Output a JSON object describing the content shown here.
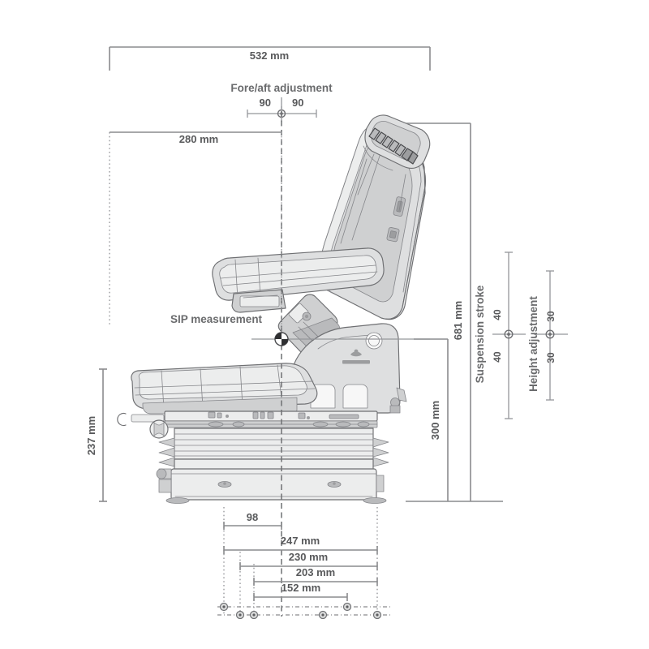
{
  "drawing": {
    "title": "Suspension seat dimensional drawing",
    "subject": "vehicle suspension seat side view",
    "units": "mm",
    "background_color": "#ffffff",
    "line_color": "#8a8b8d",
    "text_color": "#58595b",
    "fill_light": "#dedfe0",
    "fill_mid": "#cfd0d1",
    "fill_dark": "#b9babc"
  },
  "dimensions": {
    "overall_width": "532 mm",
    "depth_to_center": "280 mm",
    "overall_height": "681 mm",
    "cushion_height": "300 mm",
    "lower_height": "237 mm",
    "base_offset": "98",
    "base_width_1": "247 mm",
    "base_width_2": "230 mm",
    "base_width_3": "203 mm",
    "base_width_4": "152 mm"
  },
  "annotations": {
    "fore_aft": {
      "label": "Fore/aft adjustment",
      "left_value": "90",
      "right_value": "90"
    },
    "sip": {
      "label": "SIP measurement"
    },
    "suspension_stroke": {
      "label": "Suspension stroke",
      "upper_value": "40",
      "lower_value": "40"
    },
    "height_adjustment": {
      "label": "Height adjustment",
      "upper_value": "30",
      "lower_value": "30"
    }
  }
}
